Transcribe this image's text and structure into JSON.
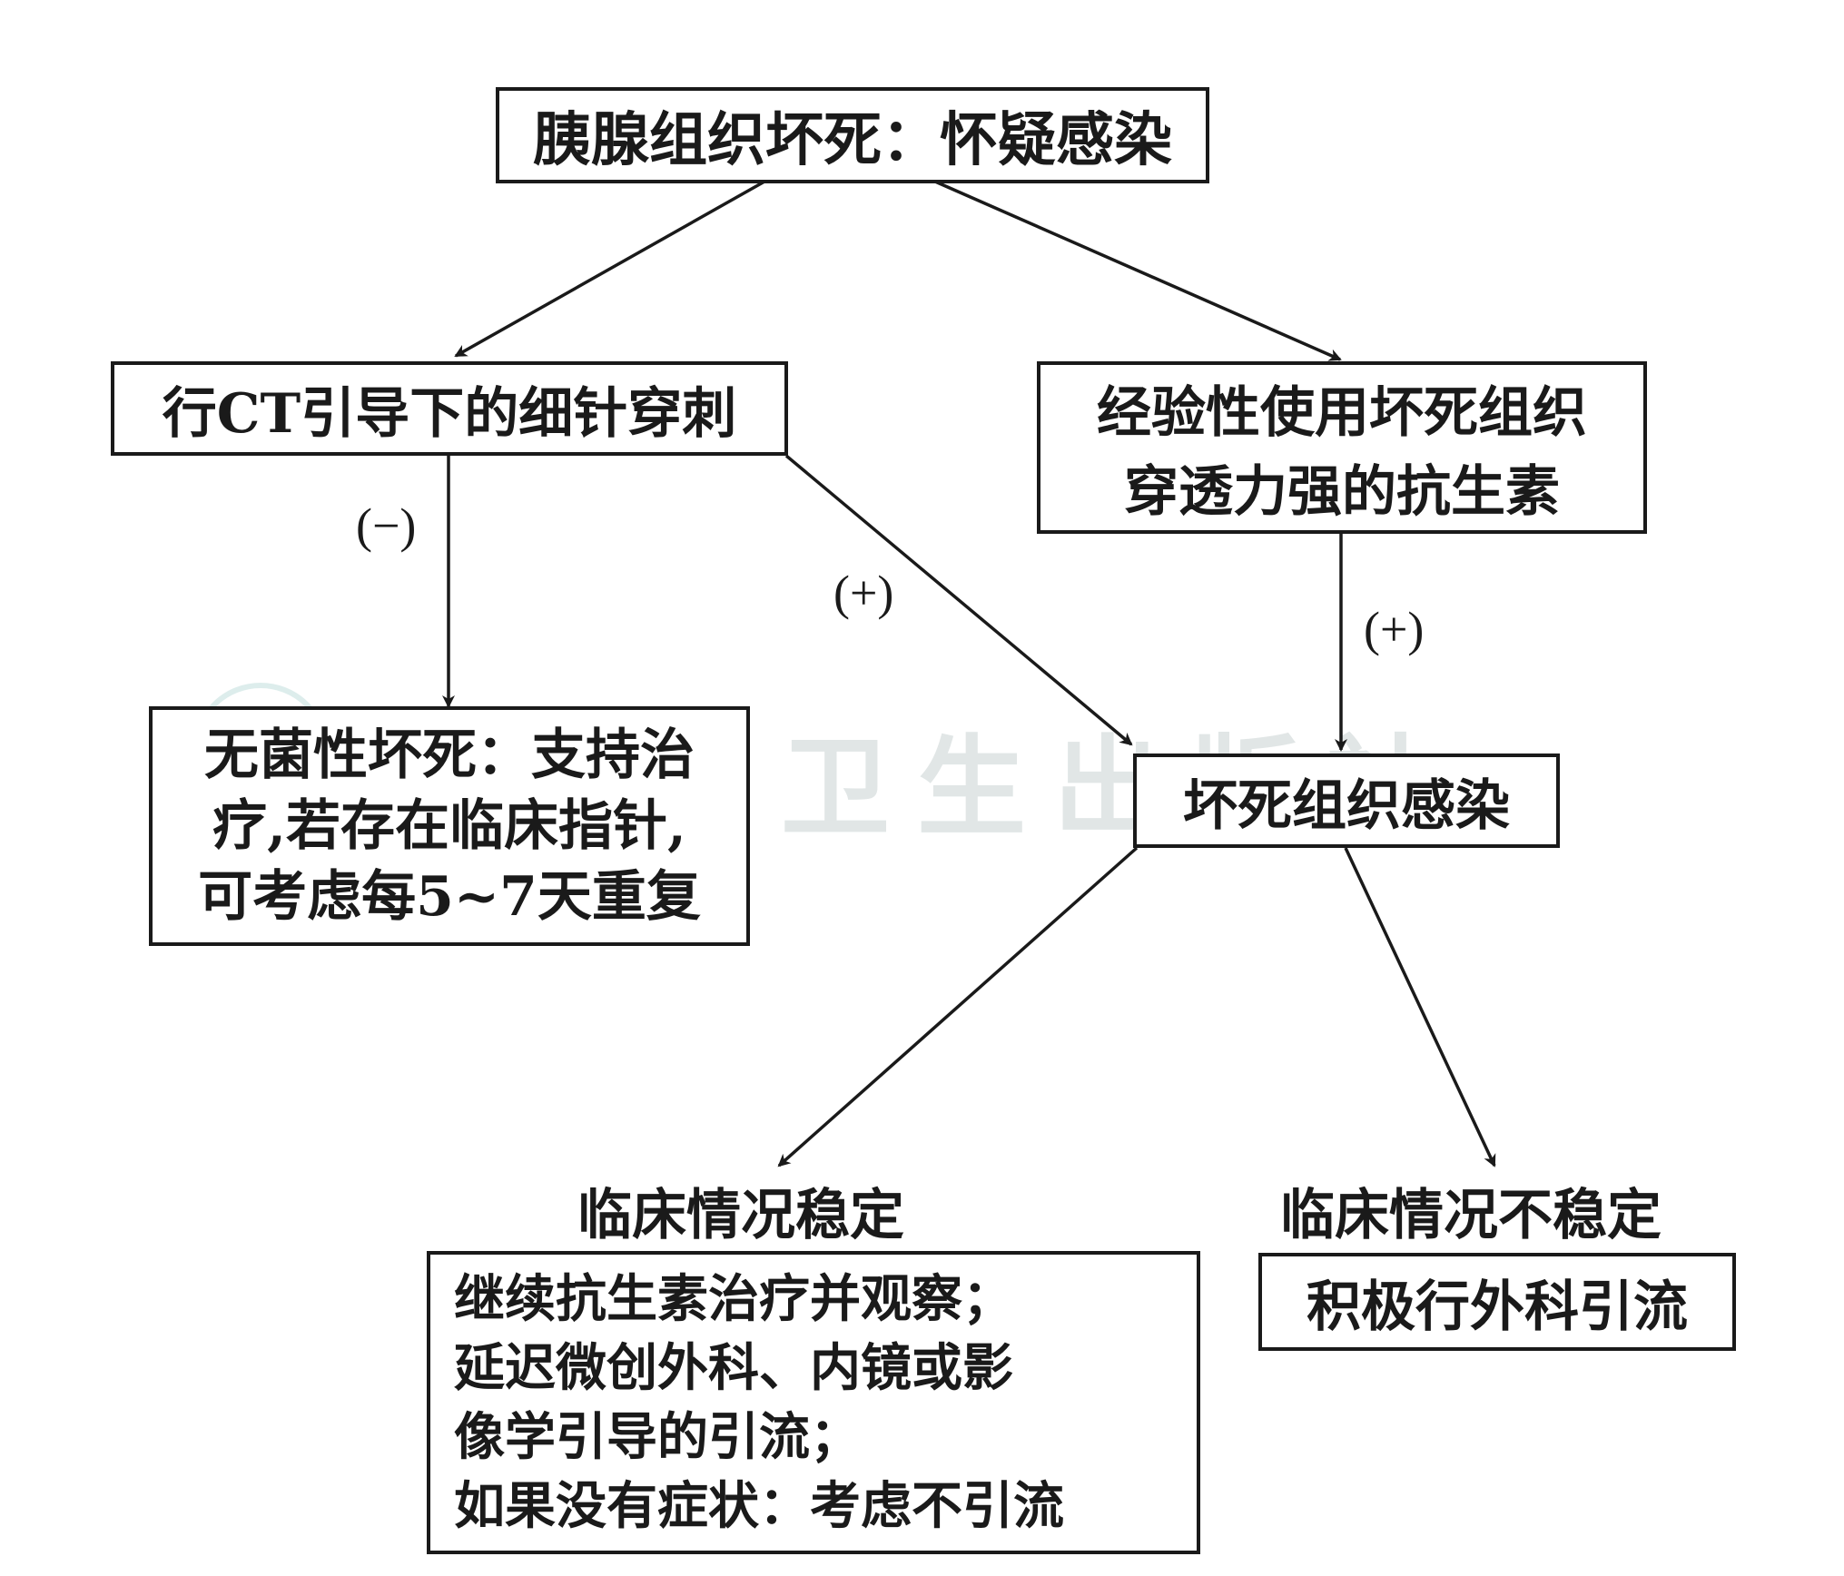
{
  "nodes": {
    "suspected_infection": "胰腺组织坏死：怀疑感染",
    "ct_fna": "行CT引导下的细针穿刺",
    "empiric_antibiotics": [
      "经验性使用坏死组织",
      "穿透力强的抗生素"
    ],
    "sterile_necrosis": [
      "无菌性坏死：支持治",
      "疗,若存在临床指针,",
      "可考虑每5~7天重复"
    ],
    "infected_necrosis": "坏死组织感染",
    "stable_label": "临床情况稳定",
    "unstable_label": "临床情况不稳定",
    "stable_plan": [
      "继续抗生素治疗并观察；",
      "延迟微创外科、内镜或影",
      "像学引导的引流；",
      "如果没有症状：考虑不引流"
    ],
    "unstable_plan": "积极行外科引流"
  },
  "edge_labels": {
    "negative": "(−)",
    "positive_left": "(+)",
    "positive_right": "(+)"
  },
  "watermark": "人民卫生出版社",
  "colors": {
    "ink": "#1a1a1a",
    "watermark": "#d7dede"
  }
}
